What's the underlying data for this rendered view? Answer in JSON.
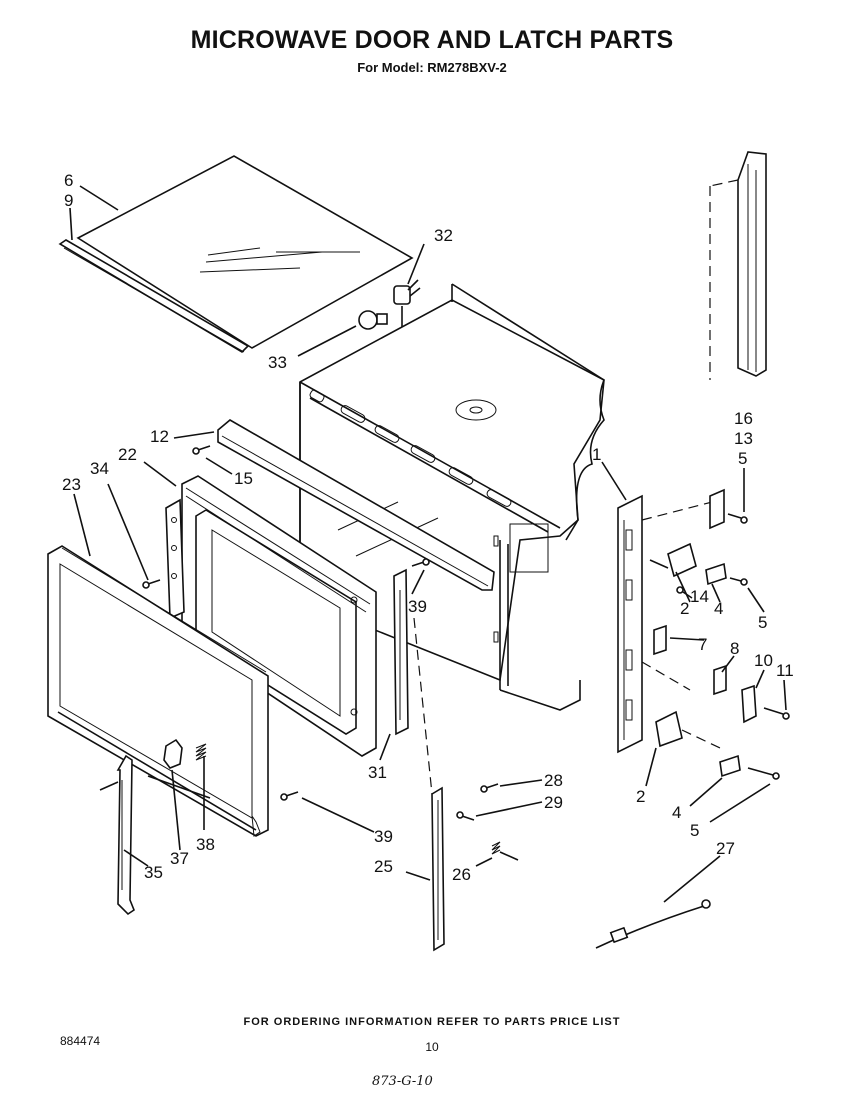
{
  "header": {
    "title": "MICROWAVE DOOR AND LATCH PARTS",
    "subtitle": "For Model: RM278BXV-2"
  },
  "footer": {
    "ordering_note": "FOR ORDERING INFORMATION REFER TO PARTS PRICE LIST",
    "document_number": "884474",
    "page_number": "10",
    "handwritten_note": "873-G-10"
  },
  "callouts": [
    "6",
    "9",
    "32",
    "33",
    "12",
    "15",
    "22",
    "34",
    "23",
    "39",
    "31",
    "38",
    "37",
    "35",
    "16",
    "13",
    "5",
    "1",
    "2",
    "4",
    "5",
    "14",
    "7",
    "8",
    "10",
    "11",
    "2",
    "4",
    "5",
    "27",
    "28",
    "29",
    "39",
    "26",
    "25"
  ]
}
